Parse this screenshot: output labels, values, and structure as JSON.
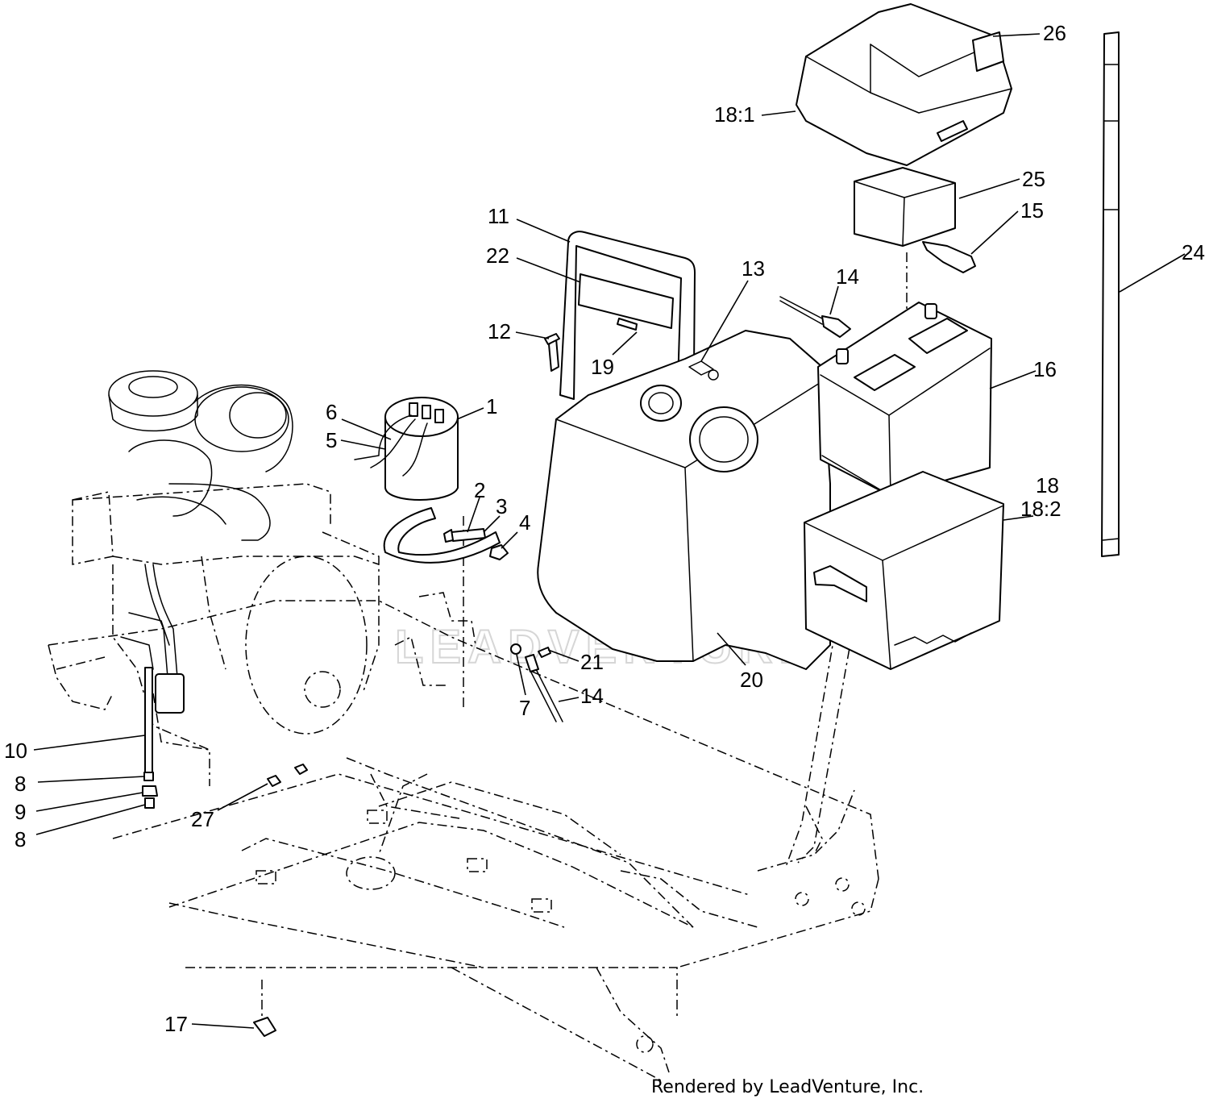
{
  "diagram": {
    "watermark_text": "LEADVENTURE",
    "credit": "Rendered by LeadVenture, Inc.",
    "callouts": [
      {
        "id": "c-26",
        "label": "26"
      },
      {
        "id": "c-18-1",
        "label": "18:1"
      },
      {
        "id": "c-25",
        "label": "25"
      },
      {
        "id": "c-15",
        "label": "15"
      },
      {
        "id": "c-24",
        "label": "24"
      },
      {
        "id": "c-11",
        "label": "11"
      },
      {
        "id": "c-22",
        "label": "22"
      },
      {
        "id": "c-13",
        "label": "13"
      },
      {
        "id": "c-14-top",
        "label": "14"
      },
      {
        "id": "c-12",
        "label": "12"
      },
      {
        "id": "c-19",
        "label": "19"
      },
      {
        "id": "c-16",
        "label": "16"
      },
      {
        "id": "c-6",
        "label": "6"
      },
      {
        "id": "c-1",
        "label": "1"
      },
      {
        "id": "c-5",
        "label": "5"
      },
      {
        "id": "c-2",
        "label": "2"
      },
      {
        "id": "c-3",
        "label": "3"
      },
      {
        "id": "c-4",
        "label": "4"
      },
      {
        "id": "c-18",
        "label": "18"
      },
      {
        "id": "c-18-2",
        "label": "18:2"
      },
      {
        "id": "c-21",
        "label": "21"
      },
      {
        "id": "c-7",
        "label": "7"
      },
      {
        "id": "c-14-bottom",
        "label": "14"
      },
      {
        "id": "c-20",
        "label": "20"
      },
      {
        "id": "c-10",
        "label": "10"
      },
      {
        "id": "c-8-top",
        "label": "8"
      },
      {
        "id": "c-9",
        "label": "9"
      },
      {
        "id": "c-8-bottom",
        "label": "8"
      },
      {
        "id": "c-27",
        "label": "27"
      },
      {
        "id": "c-17",
        "label": "17"
      }
    ]
  }
}
